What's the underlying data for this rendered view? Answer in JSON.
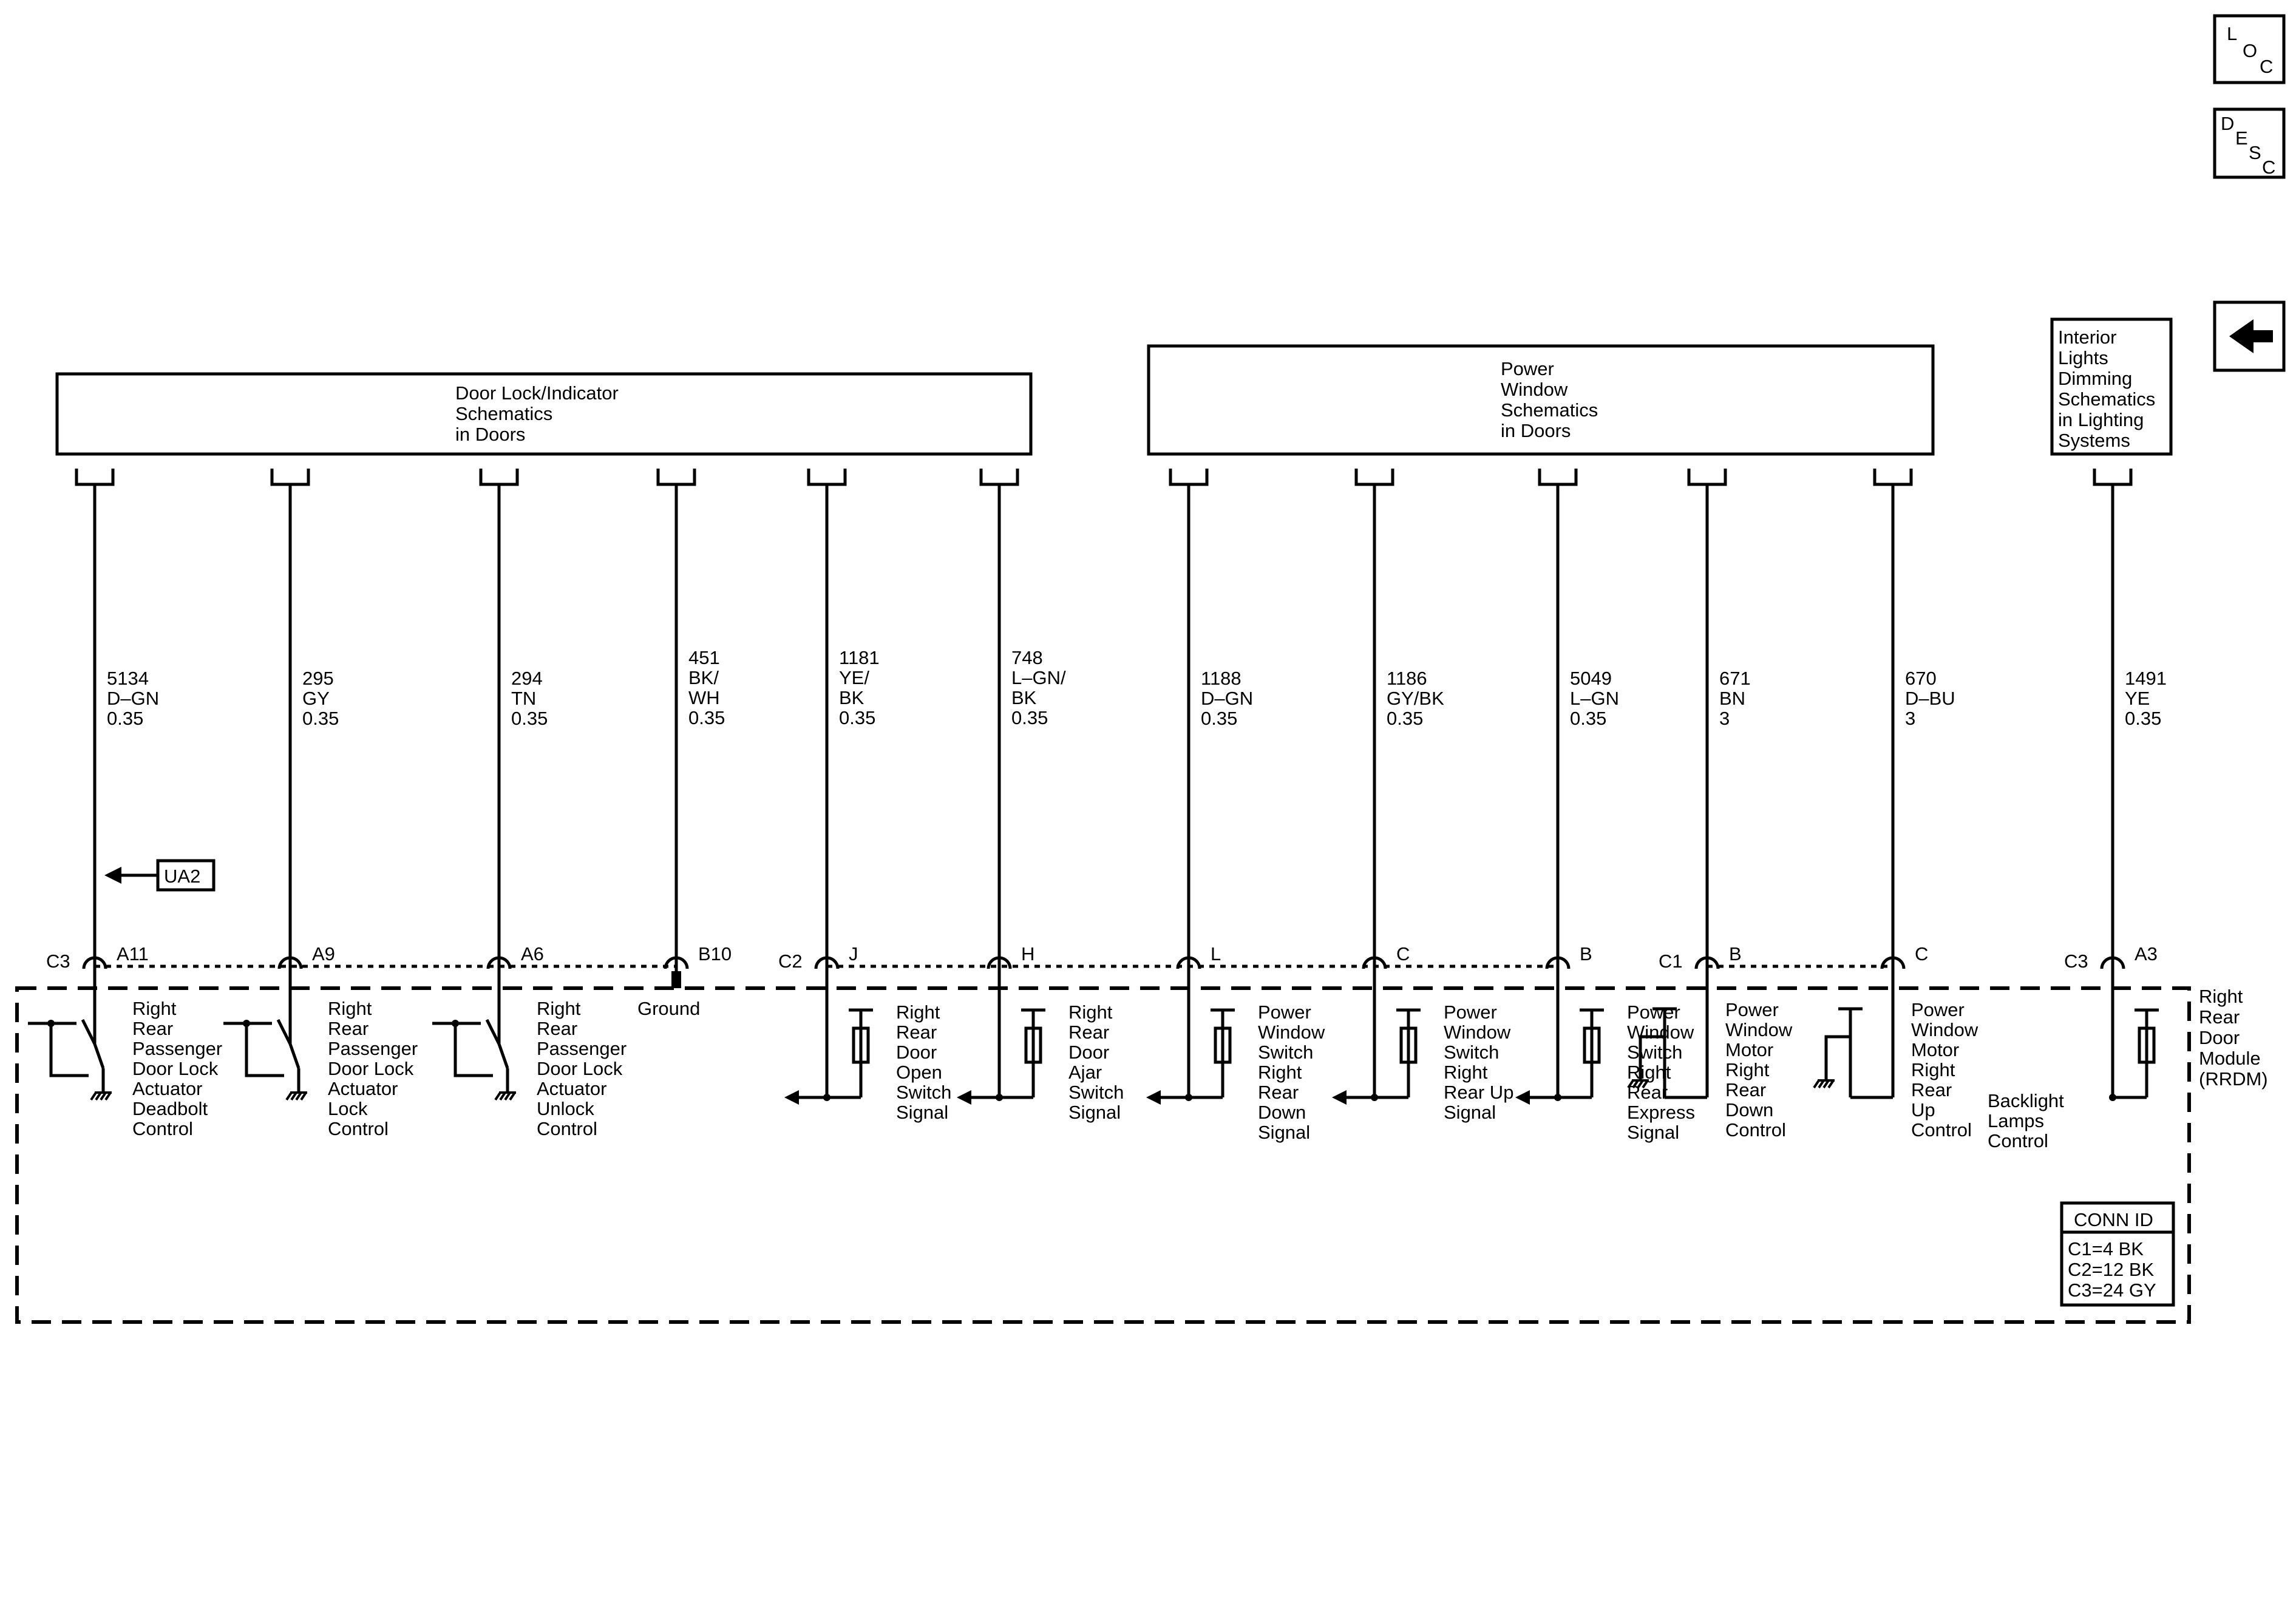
{
  "nav": {
    "loc_letters": [
      "L",
      "O",
      "C"
    ],
    "desc_letters": [
      "D",
      "E",
      "S",
      "C"
    ],
    "back_icon": "left-arrow-icon"
  },
  "blocks": {
    "door_lock": [
      "Door Lock/Indicator",
      "Schematics",
      "in Doors"
    ],
    "power_window": [
      "Power",
      "Window",
      "Schematics",
      "in Doors"
    ],
    "interior_lights": [
      "Interior",
      "Lights",
      "Dimming",
      "Schematics",
      "in Lighting",
      "Systems"
    ]
  },
  "wires": [
    {
      "circuit": [
        "5134",
        "D–GN",
        "0.35"
      ],
      "connector": "C3",
      "pin": "A11",
      "label": [
        "Right",
        "Rear",
        "Passenger",
        "Door Lock",
        "Actuator",
        "Deadbolt",
        "Control"
      ]
    },
    {
      "circuit": [
        "295",
        "GY",
        "0.35"
      ],
      "connector": "",
      "pin": "A9",
      "label": [
        "Right",
        "Rear",
        "Passenger",
        "Door Lock",
        "Actuator",
        "Lock",
        "Control"
      ]
    },
    {
      "circuit": [
        "294",
        "TN",
        "0.35"
      ],
      "connector": "",
      "pin": "A6",
      "label": [
        "Right",
        "Rear",
        "Passenger",
        "Door Lock",
        "Actuator",
        "Unlock",
        "Control"
      ]
    },
    {
      "circuit": [
        "451",
        "BK/",
        "WH",
        "0.35"
      ],
      "connector": "",
      "pin": "B10",
      "label": [
        "Ground"
      ]
    },
    {
      "circuit": [
        "1181",
        "YE/",
        "BK",
        "0.35"
      ],
      "connector": "C2",
      "pin": "J",
      "label": [
        "Right",
        "Rear",
        "Door",
        "Open",
        "Switch",
        "Signal"
      ]
    },
    {
      "circuit": [
        "748",
        "L–GN/",
        "BK",
        "0.35"
      ],
      "connector": "",
      "pin": "H",
      "label": [
        "Right",
        "Rear",
        "Door",
        "Ajar",
        "Switch",
        "Signal"
      ]
    },
    {
      "circuit": [
        "1188",
        "D–GN",
        "0.35"
      ],
      "connector": "",
      "pin": "L",
      "label": [
        "Power",
        "Window",
        "Switch",
        "Right",
        "Rear",
        "Down",
        "Signal"
      ]
    },
    {
      "circuit": [
        "1186",
        "GY/BK",
        "0.35"
      ],
      "connector": "",
      "pin": "C",
      "label": [
        "Power",
        "Window",
        "Switch",
        "Right",
        "Rear Up",
        "Signal"
      ]
    },
    {
      "circuit": [
        "5049",
        "L–GN",
        "0.35"
      ],
      "connector": "",
      "pin": "B",
      "label": [
        "Power",
        "Window",
        "Switch",
        "Right",
        "Rear",
        "Express",
        "Signal"
      ]
    },
    {
      "circuit": [
        "671",
        "BN",
        "3"
      ],
      "connector": "C1",
      "pin": "B",
      "label": [
        "Power",
        "Window",
        "Motor",
        "Right",
        "Rear",
        "Down",
        "Control"
      ]
    },
    {
      "circuit": [
        "670",
        "D–BU",
        "3"
      ],
      "connector": "",
      "pin": "C",
      "label": [
        "Power",
        "Window",
        "Motor",
        "Right",
        "Rear",
        "Up",
        "Control"
      ]
    },
    {
      "circuit": [
        "1491",
        "YE",
        "0.35"
      ],
      "connector": "C3",
      "pin": "A3",
      "label": [
        "Backlight",
        "Lamps",
        "Control"
      ]
    }
  ],
  "inline_ref": "UA2",
  "module": [
    "Right",
    "Rear",
    "Door",
    "Module",
    "(RRDM)"
  ],
  "conn_id": {
    "title": "CONN ID",
    "entries": [
      "C1=4 BK",
      "C2=12 BK",
      "C3=24 GY"
    ]
  }
}
